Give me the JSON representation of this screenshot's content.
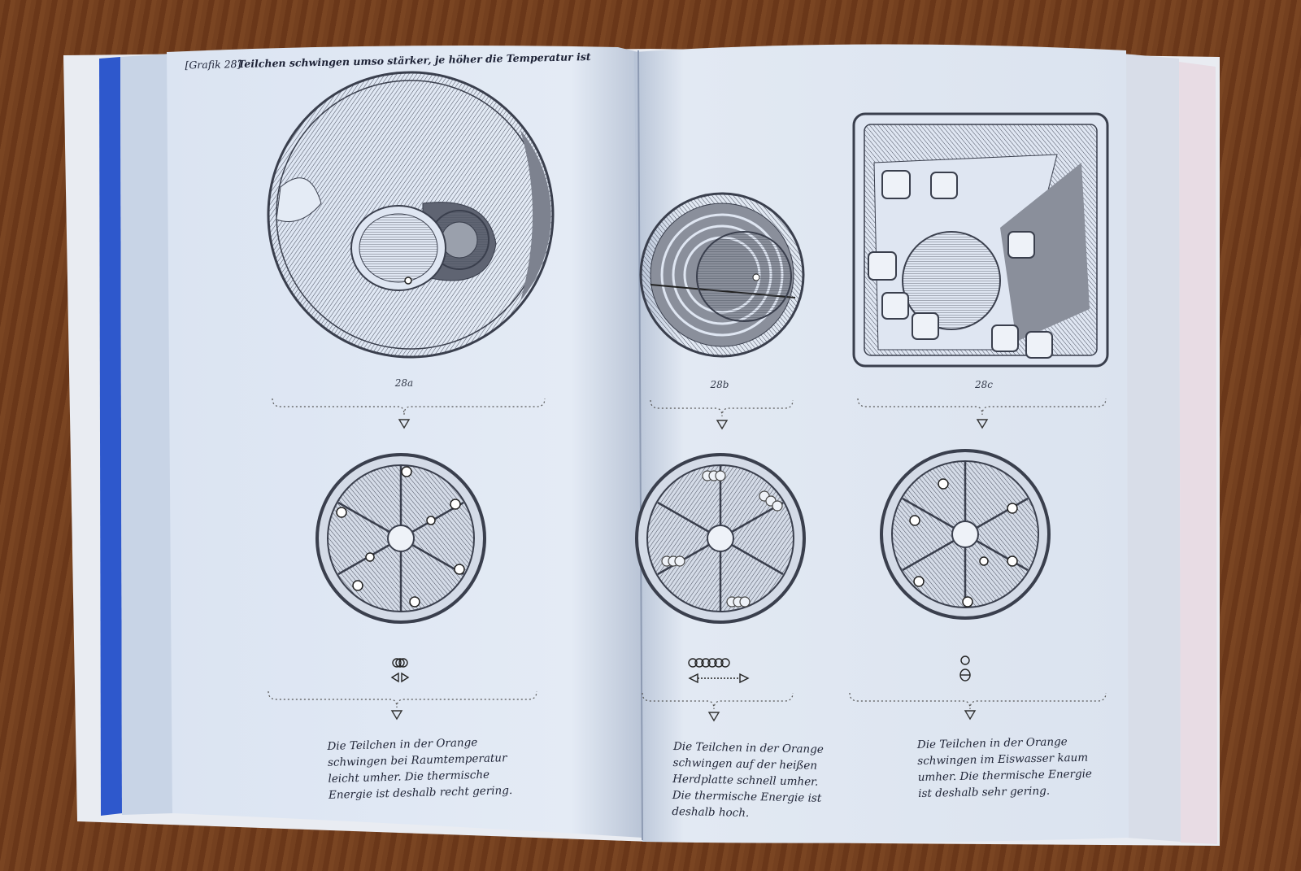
{
  "header": {
    "label": "[Grafik 28]",
    "title": "Teilchen schwingen umso stärker, je höher die Temperatur ist"
  },
  "figures": [
    {
      "label": "28a"
    },
    {
      "label": "28b"
    },
    {
      "label": "28c"
    }
  ],
  "captions": [
    {
      "lines": [
        "Die Teilchen in der Orange",
        "schwingen bei Raumtemperatur",
        "leicht umher. Die thermische",
        "Energie ist deshalb recht gering."
      ]
    },
    {
      "lines": [
        "Die Teilchen in der Orange",
        "schwingen auf der heißen",
        "Herdplatte schnell umher.",
        "Die thermische Energie ist",
        "deshalb hoch."
      ]
    },
    {
      "lines": [
        "Die Teilchen in der Orange",
        "schwingen im Eiswasser kaum",
        "umher. Die thermische Energie",
        "ist deshalb sehr gering."
      ]
    }
  ],
  "colors": {
    "page": "#dfe7f3",
    "ink": "#3a3f4d",
    "spine": "#2a55c8",
    "wood": "#6b3a1f"
  }
}
